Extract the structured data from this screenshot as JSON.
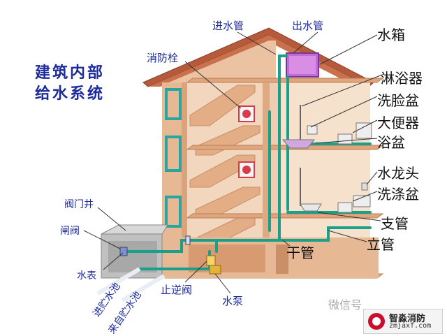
{
  "title": {
    "line1": "建筑内部",
    "line2": "给水系统"
  },
  "labels": {
    "inlet_pipe": "进水管",
    "outlet_pipe": "出水管",
    "water_tank": "水箱",
    "hydrant": "消防栓",
    "shower": "淋浴器",
    "washbasin": "洗脸盆",
    "toilet": "大便器",
    "bathtub": "浴盆",
    "faucet": "水龙头",
    "sink": "洗涤盆",
    "branch_pipe": "支管",
    "riser_pipe": "立管",
    "main_pipe": "干管",
    "valve_well": "阀门井",
    "gate_valve": "闸阀",
    "water_meter": "水表",
    "to_reservoir": "进贮水池",
    "from_reservoir": "来自贮水池",
    "check_valve": "止逆阀",
    "pump": "水泵"
  },
  "watermark": {
    "text": "微信号",
    "logo_name": "智淼消防",
    "logo_url": "zmjaxf.com"
  },
  "colors": {
    "wall": "#e6b894",
    "wall_dark": "#c98f66",
    "roof": "#b65a3c",
    "pipe": "#19a08a",
    "window": "#2aa6a0",
    "hydrant": "#d83a4a",
    "tank": "#c46ad8",
    "title": "#1c2a9c"
  }
}
